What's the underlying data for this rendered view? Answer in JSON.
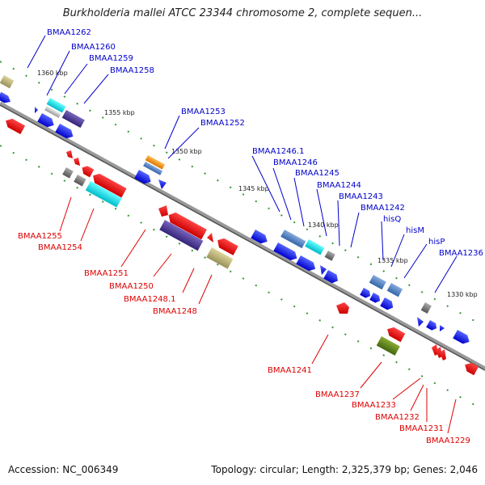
{
  "title": "Burkholderia mallei ATCC 23344 chromosome 2, complete sequen...",
  "footer": {
    "accession": "Accession: NC_006349",
    "stats": "Topology: circular; Length: 2,325,379 bp; Genes: 2,046"
  },
  "colors": {
    "forward_label": "#0000cc",
    "reverse_label": "#dd0000",
    "backbone": "#888888",
    "dots": "#339933"
  },
  "scale_ticks": [
    "1360 kbp",
    "1355 kbp",
    "1350 kbp",
    "1345 kbp",
    "1340 kbp",
    "1335 kbp",
    "1330 kbp"
  ],
  "forward_genes": [
    "BMAA1262",
    "BMAA1260",
    "BMAA1259",
    "BMAA1258",
    "BMAA1253",
    "BMAA1252",
    "BMAA1246.1",
    "BMAA1246",
    "BMAA1245",
    "BMAA1244",
    "BMAA1243",
    "BMAA1242",
    "hisQ",
    "hisM",
    "hisP",
    "BMAA1236"
  ],
  "reverse_genes": [
    "BMAA1255",
    "BMAA1254",
    "BMAA1251",
    "BMAA1250",
    "BMAA1248.1",
    "BMAA1248",
    "BMAA1241",
    "BMAA1237",
    "BMAA1233",
    "BMAA1232",
    "BMAA1231",
    "BMAA1229"
  ]
}
